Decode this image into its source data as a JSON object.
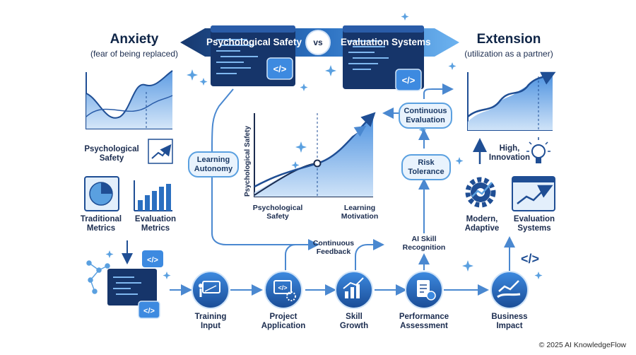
{
  "banner": {
    "left_label": "Psychological Safety",
    "vs_label": "vs",
    "right_label": "Evaluation Systems"
  },
  "left": {
    "title": "Anxiety",
    "subtitle": "(fear of being replaced)",
    "psych_label": "Psychological\nSafety",
    "trad_label": "Traditional\nMetrics",
    "eval_label": "Evaluation\nMetrics"
  },
  "right": {
    "title": "Extension",
    "subtitle": "(utilization as a partner)",
    "high_label": "High,\nInnovation",
    "modern_label": "Modern,\nAdaptive",
    "evalsys_label": "Evaluation\nSystems"
  },
  "center": {
    "y_axis": "Psychological Safety",
    "x_left": "Psychological\nSafety",
    "x_right": "Learning\nMotivation"
  },
  "pills": {
    "learning_autonomy": "Learning\nAutonomy",
    "continuous_evaluation": "Continuous\nEvaluation",
    "risk_tolerance": "Risk\nTolerance"
  },
  "flow_labels": {
    "continuous_feedback": "Continuous\nFeedback",
    "ai_skill": "AI Skill\nRecognition"
  },
  "steps": [
    {
      "label": "Training\nInput"
    },
    {
      "label": "Project\nApplication"
    },
    {
      "label": "Skill\nGrowth"
    },
    {
      "label": "Performance\nAssessment"
    },
    {
      "label": "Business\nImpact"
    }
  ],
  "copyright": "© 2025 AI KnowledgeFlow",
  "colors": {
    "primary": "#1f4e94",
    "light": "#5aa0e0",
    "dark": "#0f2547",
    "bg": "#ffffff"
  }
}
